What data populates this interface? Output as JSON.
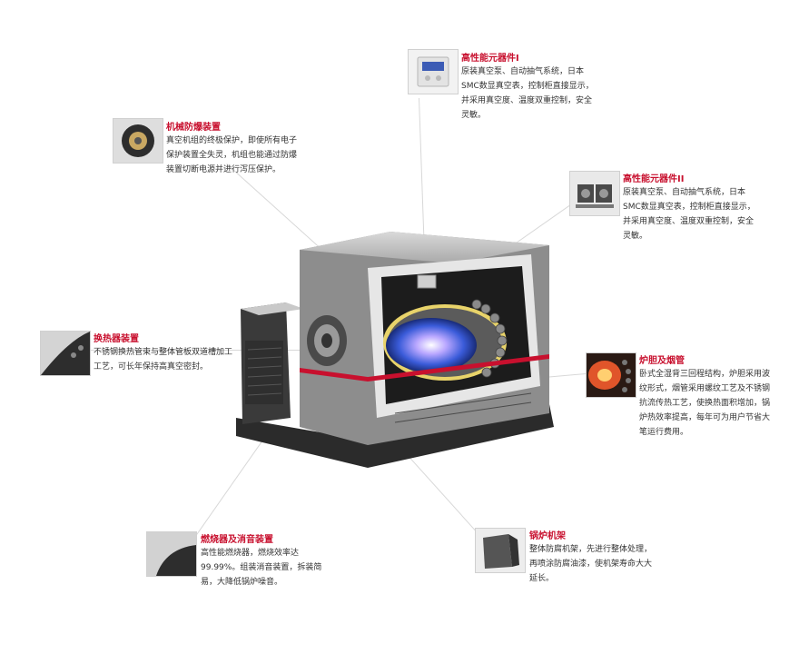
{
  "callouts": {
    "component1": {
      "title": "高性能元器件I",
      "body": "原装真空泵、自动抽气系统，日本SMC数显真空表，控制柜直接显示，并采用真空度、温度双重控制，安全灵敏。"
    },
    "explosion": {
      "title": "机械防爆装置",
      "body": "真空机组的终极保护，即使所有电子保护装置全失灵，机组也能通过防爆装置切断电源并进行泻压保护。"
    },
    "component2": {
      "title": "高性能元器件II",
      "body": "原装真空泵、自动抽气系统，日本SMC数显真空表，控制柜直接显示，并采用真空度、温度双重控制，安全灵敏。"
    },
    "exchanger": {
      "title": "换热器装置",
      "body": "不锈钢换热管束与整体管板双道槽加工工艺，可长年保持高真空密封。"
    },
    "furnace": {
      "title": "炉胆及烟管",
      "body": "卧式全湿背三回程结构，炉胆采用波纹形式，烟管采用螺纹工艺及不锈钢抗流传热工艺，使换热面积增加，锅炉热效率提高，每年可为用户节省大笔运行费用。"
    },
    "burner": {
      "title": "燃烧器及消音装置",
      "body": "高性能燃烧器，燃烧效率达99.99%。组装消音装置，拆装简易，大降低锅炉噪音。"
    },
    "frame": {
      "title": "锅炉机架",
      "body": "整体防腐机架，先进行整体处理，再喷涂防腐油漆，使机架寿命大大延长。"
    }
  },
  "colors": {
    "accent": "#c8102e",
    "text": "#333333"
  }
}
